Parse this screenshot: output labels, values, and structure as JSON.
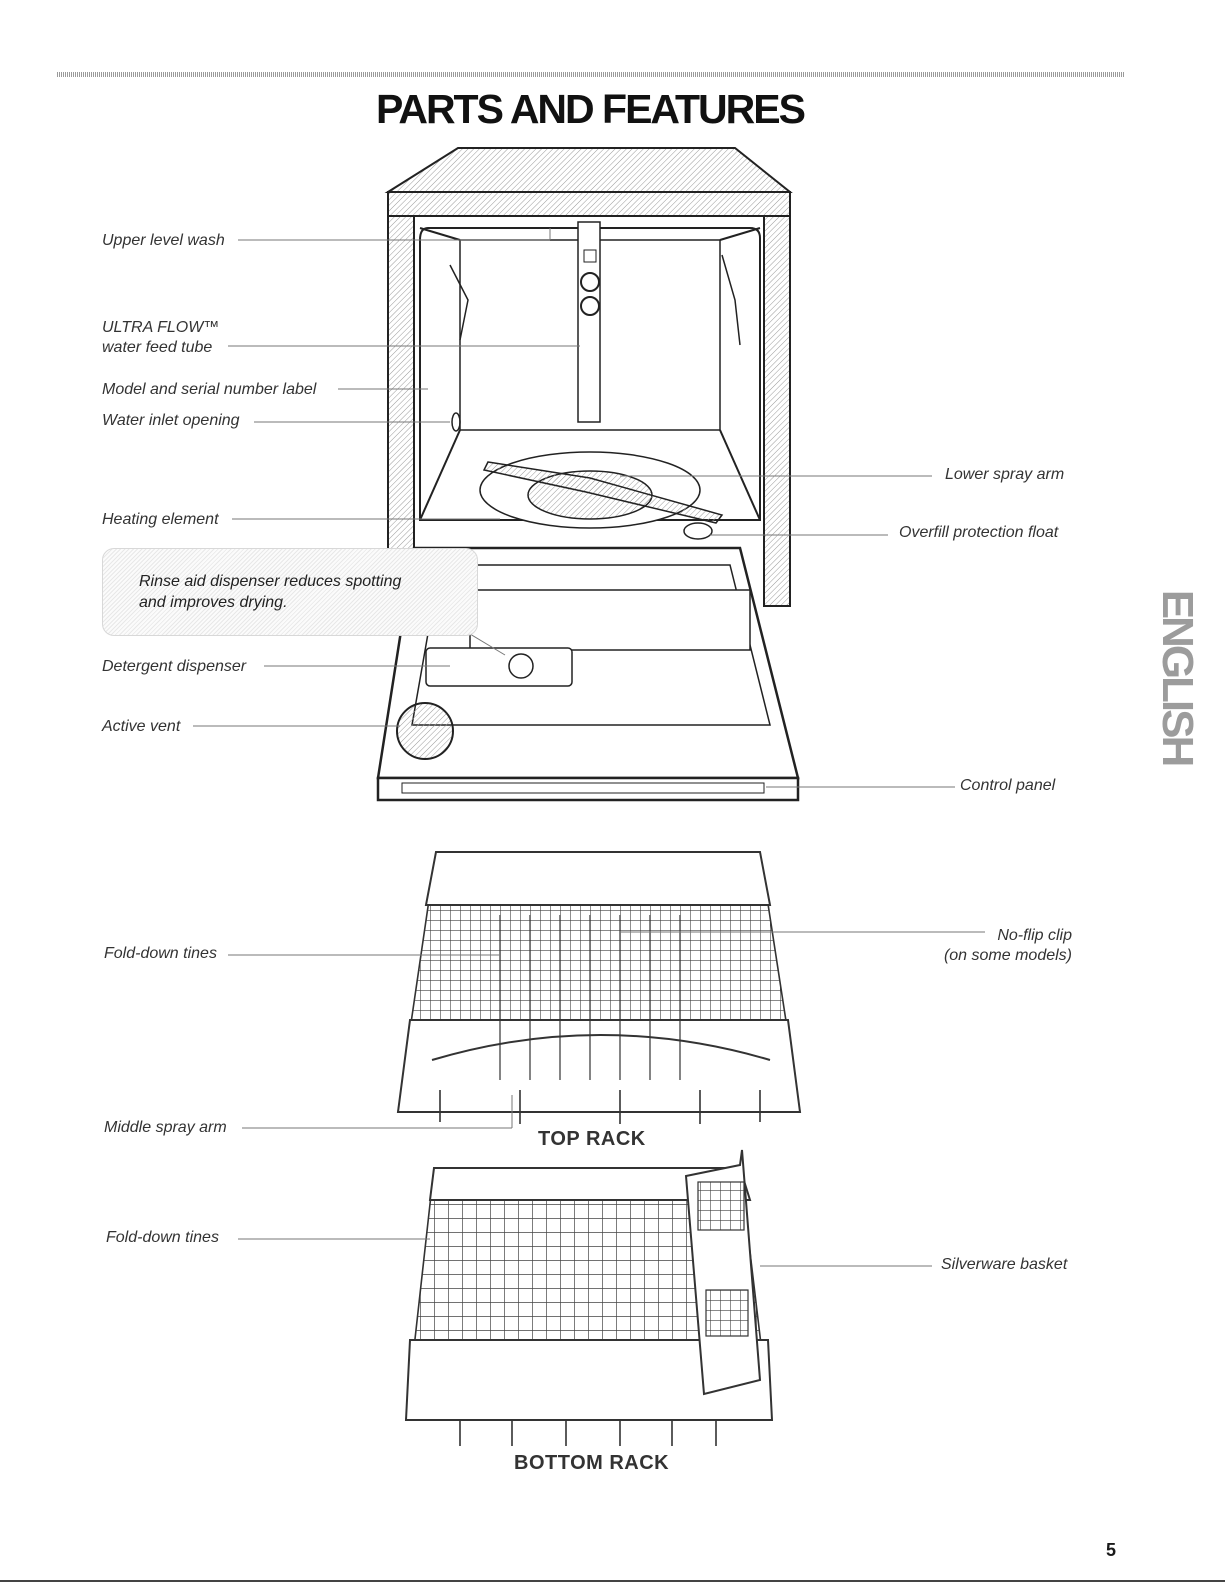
{
  "page": {
    "title": "PARTS AND FEATURES",
    "side_tab": "ENGLISH",
    "page_number": "5"
  },
  "dishwasher": {
    "labels": {
      "upper_level_wash": "Upper level wash",
      "ultra_flow_line1": "ULTRA FLOW™",
      "ultra_flow_line2": "water feed tube",
      "model_serial": "Model and serial number label",
      "water_inlet": "Water inlet opening",
      "heating_element": "Heating element",
      "detergent_dispenser": "Detergent dispenser",
      "active_vent": "Active vent",
      "lower_spray_arm": "Lower spray arm",
      "overfill_float": "Overfill protection float",
      "control_panel": "Control panel"
    },
    "callout": {
      "line1": "Rinse aid dispenser reduces spotting",
      "line2": "and improves drying."
    }
  },
  "top_rack": {
    "title": "TOP RACK",
    "labels": {
      "fold_down_tines": "Fold-down tines",
      "middle_spray_arm": "Middle spray arm",
      "no_flip_clip_line1": "No-flip clip",
      "no_flip_clip_line2": "(on some models)"
    }
  },
  "bottom_rack": {
    "title": "BOTTOM RACK",
    "labels": {
      "fold_down_tines": "Fold-down tines",
      "silverware_basket": "Silverware basket"
    }
  }
}
